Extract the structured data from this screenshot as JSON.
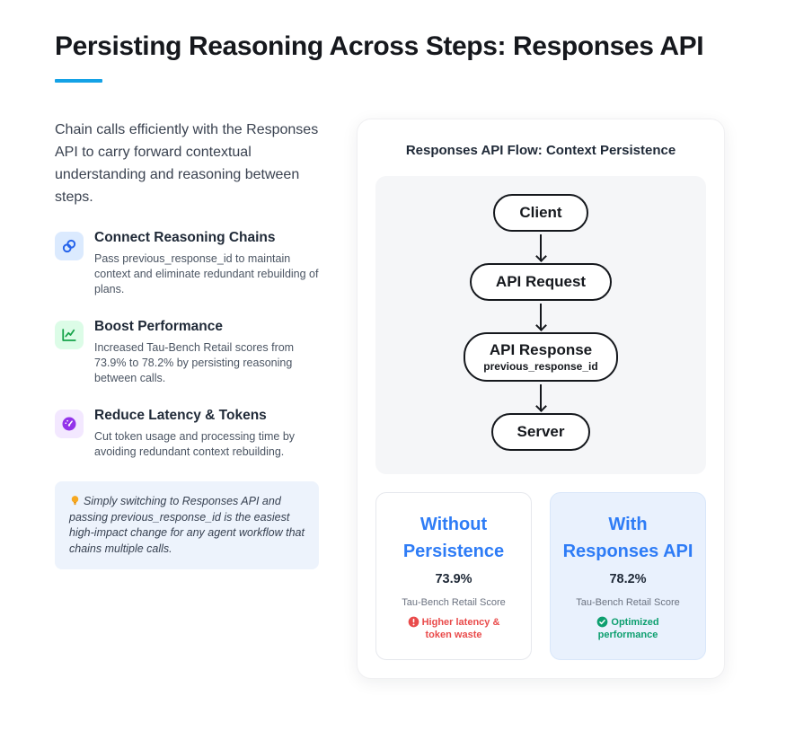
{
  "page": {
    "title": "Persisting Reasoning Across Steps: Responses API"
  },
  "intro": "Chain calls efficiently with the Responses API to carry forward contextual understanding and reasoning between steps.",
  "features": [
    {
      "icon": "link-icon",
      "title": "Connect Reasoning Chains",
      "body": "Pass previous_response_id to maintain context and eliminate redundant rebuilding of plans.",
      "accent": "#2563eb",
      "icon_bg": "#dbeafe"
    },
    {
      "icon": "chart-line-icon",
      "title": "Boost Performance",
      "body": "Increased Tau-Bench Retail scores from 73.9% to 78.2% by persisting reasoning between calls.",
      "accent": "#16a34a",
      "icon_bg": "#dcfce7"
    },
    {
      "icon": "gauge-icon",
      "title": "Reduce Latency & Tokens",
      "body": "Cut token usage and processing time by avoiding redundant context rebuilding.",
      "accent": "#9333ea",
      "icon_bg": "#f3e8ff"
    }
  ],
  "tip": {
    "text": "Simply switching to Responses API and passing previous_response_id is the easiest high-impact change for any agent workflow that chains multiple calls."
  },
  "flow_panel": {
    "title": "Responses API Flow: Context Persistence",
    "nodes": [
      {
        "label": "Client"
      },
      {
        "label": "API Request"
      },
      {
        "label": "API Response",
        "sublabel": "previous_response_id"
      },
      {
        "label": "Server"
      }
    ],
    "comparison": [
      {
        "title": "Without Persistence",
        "score": "73.9%",
        "score_label": "Tau-Bench Retail Score",
        "status": "Higher latency & token waste",
        "status_type": "negative"
      },
      {
        "title": "With Responses API",
        "score": "78.2%",
        "score_label": "Tau-Bench Retail Score",
        "status": "Optimized performance",
        "status_type": "positive"
      }
    ]
  },
  "colors": {
    "accent_bar": "#14a2e6",
    "heading_blue": "#2e7cf6",
    "negative": "#e94b4b",
    "positive": "#0d9f6f",
    "feature_blue": "#2563eb",
    "feature_green": "#16a34a",
    "feature_purple": "#9333ea"
  }
}
